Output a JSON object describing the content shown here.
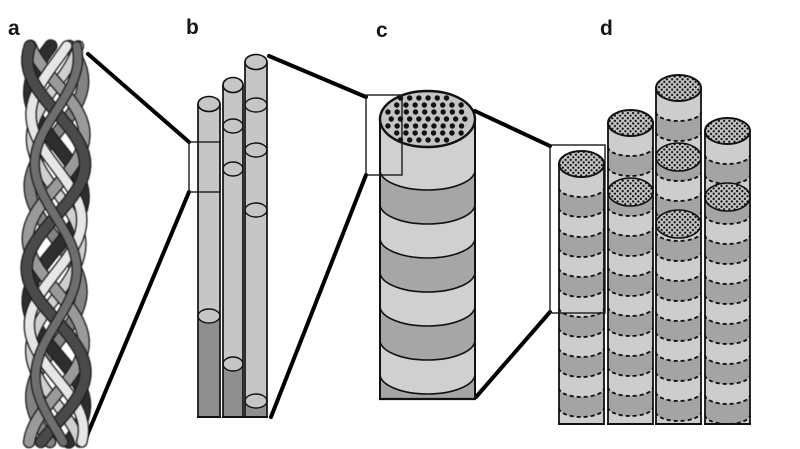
{
  "figure": {
    "panels": [
      {
        "id": "a",
        "label": "a",
        "depicts": "twisted multi-strand fiber"
      },
      {
        "id": "b",
        "label": "b",
        "depicts": "bundle of thin fibrils with segment rings"
      },
      {
        "id": "c",
        "label": "c",
        "depicts": "single banded fibril with dotted cross-section face"
      },
      {
        "id": "d",
        "label": "d",
        "depicts": "packed array of banded fibrils with stippled cross-sections"
      }
    ]
  },
  "palette": {
    "background": "#ffffff",
    "ink": "#111111",
    "connector": "#000000",
    "bracket": "#1a1a1a",
    "fibril_fill": "#c6c6c6",
    "fibril_dark": "#8f8f8f",
    "band_light": "#d0d0d0",
    "band_dark": "#a6a6a6",
    "face_fill": "#c4c4c4",
    "dot": "#121212",
    "d_light": "#cdcdcd",
    "d_dark": "#a4a4a4",
    "d_face": "#c6c6c6",
    "rope_strands": [
      "#2e2e2e",
      "#cfcfcf",
      "#6e6e6e",
      "#e6e6e6",
      "#4a4a4a",
      "#9a9a9a",
      "#838383"
    ],
    "rope_casing": "#1c1c1c"
  }
}
